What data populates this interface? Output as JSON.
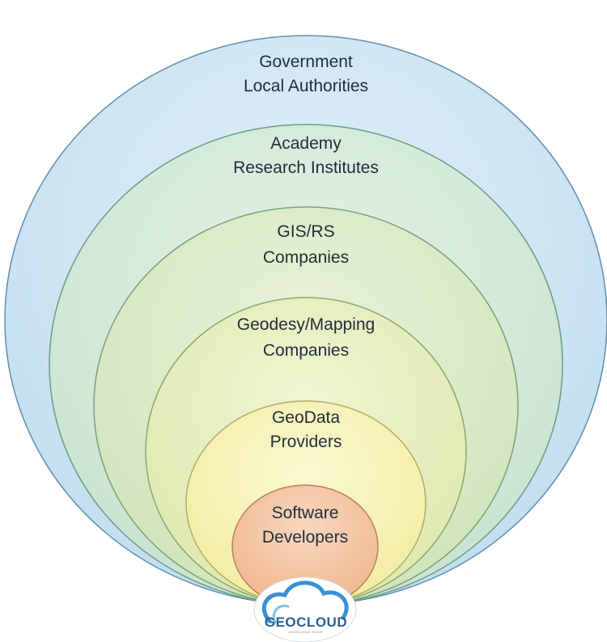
{
  "diagram": {
    "rings": [
      {
        "line1": "Government",
        "line2": "Local Authorities",
        "color": "#cfe6f3",
        "stroke": "#5f8fb0"
      },
      {
        "line1": "Academy",
        "line2": "Research Institutes",
        "color": "#d6ecd9",
        "stroke": "#6a9c85"
      },
      {
        "line1": "GIS/RS",
        "line2": "Companies",
        "color": "#dcecc8",
        "stroke": "#7aa27a"
      },
      {
        "line1": "Geodesy/Mapping",
        "line2": "Companies",
        "color": "#e6efbd",
        "stroke": "#89a86c"
      },
      {
        "line1": "GeoData",
        "line2": "Providers",
        "color": "#f7f3b6",
        "stroke": "#b1ad6a"
      },
      {
        "line1": "Software",
        "line2": "Developers",
        "color": "#f4c8a6",
        "stroke": "#b9805a"
      }
    ],
    "logo": {
      "text": "GEOCLOUD",
      "subtext": "GEOCLOUD SHOP",
      "icon": "cloud-icon",
      "color": "#2b5f95"
    }
  }
}
